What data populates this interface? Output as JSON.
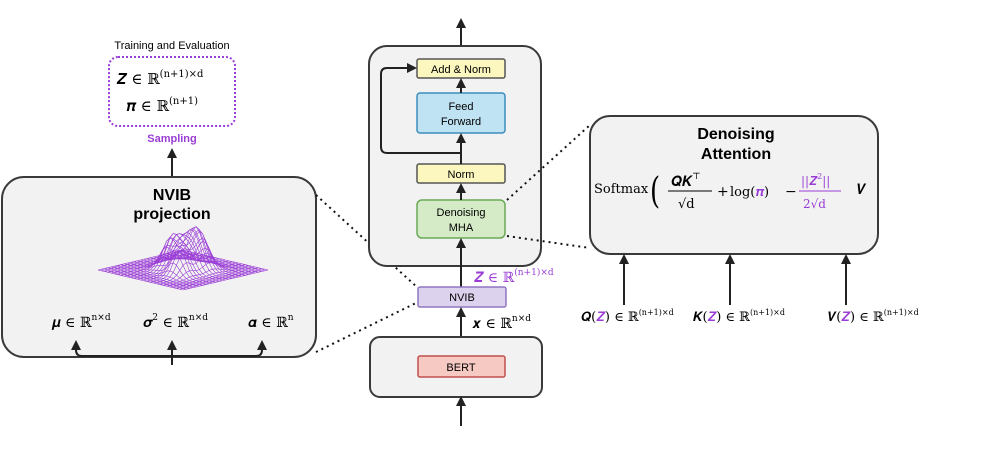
{
  "training": {
    "title": "Training and Evaluation",
    "z_latent": "𝒁 ∈ ℝ",
    "z_latent_sup": "(n+1)×d",
    "pi_latent": "𝝅 ∈ ℝ",
    "pi_latent_sup": "(n+1)",
    "sampling": "Sampling"
  },
  "nvib_projection": {
    "title_line1": "NVIB",
    "title_line2": "projection",
    "mu": "𝝁 ∈ ℝ",
    "mu_sup": "n×d",
    "sigma": "𝝈",
    "sigma_rest": " ∈ ℝ",
    "sigma_sq": "2",
    "sigma_sup": "n×d",
    "alpha": "𝜶 ∈ ℝ",
    "alpha_sup": "n"
  },
  "transformer": {
    "add_norm": "Add & Norm",
    "feed_forward_line1": "Feed",
    "feed_forward_line2": "Forward",
    "norm": "Norm",
    "denoising_line1": "Denoising",
    "denoising_line2": "MHA",
    "nvib": "NVIB",
    "bert": "BERT",
    "z_in": "𝒁 ∈ ℝ",
    "z_in_sup": "(n+1)×d",
    "x_in": "𝒙 ∈ ℝ",
    "x_in_sup": "n×d"
  },
  "attention": {
    "title_line1": "Denoising",
    "title_line2": "Attention",
    "softmax": "Softmax",
    "qk": "𝑸𝑲",
    "qk_t": "⊤",
    "sqrt_d": "√d",
    "plus": "+",
    "log": "log(",
    "pi": "𝝅",
    "log_close": ")",
    "minus": "−",
    "norm_z": "||𝒁",
    "norm_z_sq": "2",
    "norm_z_close": "||",
    "two_sqrt_d": "2√d",
    "v": "𝑽",
    "q": "𝑸(",
    "k": "𝑲(",
    "v_input": "𝑽(",
    "z": "𝒁",
    "input_rest": ") ∈ ℝ",
    "input_sup": "(n+1)×d"
  },
  "colors": {
    "purple": "#9a3dd6",
    "box_fill": "#f2f2f2",
    "box_stroke": "#3a3a3a",
    "yellow_fill": "#fbf7bf",
    "yellow_stroke": "#555555",
    "blue_fill": "#bfe3f3",
    "blue_stroke": "#3b8dbd",
    "green_fill": "#d5ebc7",
    "green_stroke": "#6aaa56",
    "lavender_fill": "#ddd2ee",
    "lavender_stroke": "#9075c1",
    "red_fill": "#f6c9c2",
    "red_stroke": "#c0504d"
  }
}
